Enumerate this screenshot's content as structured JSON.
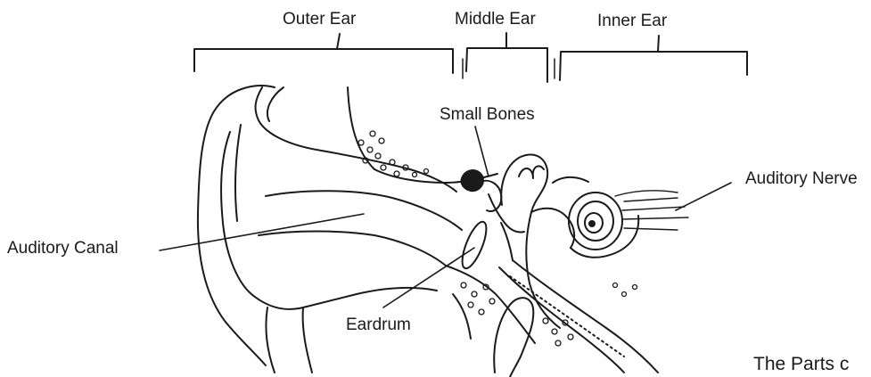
{
  "labels": {
    "outer_ear": "Outer Ear",
    "middle_ear": "Middle Ear",
    "inner_ear": "Inner Ear",
    "small_bones": "Small Bones",
    "auditory_nerve": "Auditory Nerve",
    "auditory_canal": "Auditory Canal",
    "eardrum": "Eardrum",
    "caption": "The Parts c"
  },
  "colors": {
    "ink": "#1a1a1a",
    "background": "#ffffff"
  }
}
